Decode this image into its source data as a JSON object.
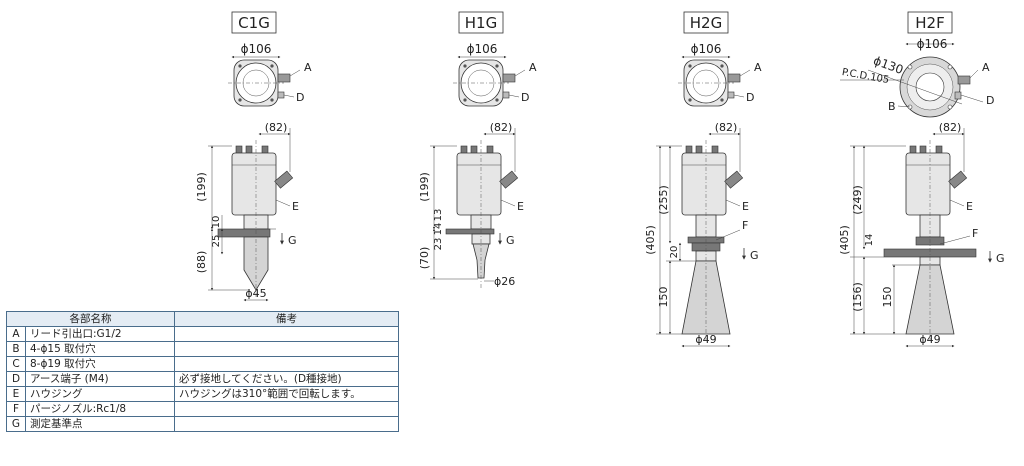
{
  "models": [
    {
      "code": "C1G",
      "top_dia": "ϕ106",
      "callouts": [
        "A",
        "D",
        "E"
      ],
      "height": "(199)",
      "dim_a": "10",
      "dim_b": "25",
      "dim_c": "(88)",
      "width": "(82)",
      "bottom_dia": "ϕ45",
      "ref": "G"
    },
    {
      "code": "H1G",
      "top_dia": "ϕ106",
      "callouts": [
        "A",
        "D",
        "E"
      ],
      "height": "(199)",
      "dim_a": "13",
      "dim_b": "14",
      "dim_c": "23",
      "dim_d": "(70)",
      "width": "(82)",
      "bottom_dia": "ϕ26",
      "ref": "G"
    },
    {
      "code": "H2G",
      "top_dia": "ϕ106",
      "callouts": [
        "A",
        "D",
        "E",
        "F"
      ],
      "height": "(255)",
      "total": "(405)",
      "dim_a": "20",
      "dim_b": "150",
      "width": "(82)",
      "bottom_dia": "ϕ49",
      "ref": "G"
    },
    {
      "code": "H2F",
      "top_dia": "ϕ106",
      "flange_dia": "ϕ130",
      "pcd": "P.C.D.105",
      "callouts": [
        "A",
        "B",
        "D",
        "E",
        "F"
      ],
      "height": "(249)",
      "total": "(405)",
      "dim_a": "14",
      "dim_c": "(156)",
      "dim_b": "150",
      "width": "(82)",
      "bottom_dia": "ϕ49",
      "ref": "G"
    }
  ],
  "table": {
    "headers": [
      "各部名称",
      "備考"
    ],
    "rows": [
      {
        "key": "A",
        "name": "リード引出口:G1/2",
        "note": ""
      },
      {
        "key": "B",
        "name": "4-ϕ15 取付穴",
        "note": ""
      },
      {
        "key": "C",
        "name": "8-ϕ19 取付穴",
        "note": ""
      },
      {
        "key": "D",
        "name": "アース端子 (M4)",
        "note": "必ず接地してください。(D種接地)"
      },
      {
        "key": "E",
        "name": "ハウジング",
        "note": "ハウジングは310°範囲で回転します。"
      },
      {
        "key": "F",
        "name": "パージノズル:Rc1/8",
        "note": ""
      },
      {
        "key": "G",
        "name": "測定基準点",
        "note": ""
      }
    ]
  }
}
